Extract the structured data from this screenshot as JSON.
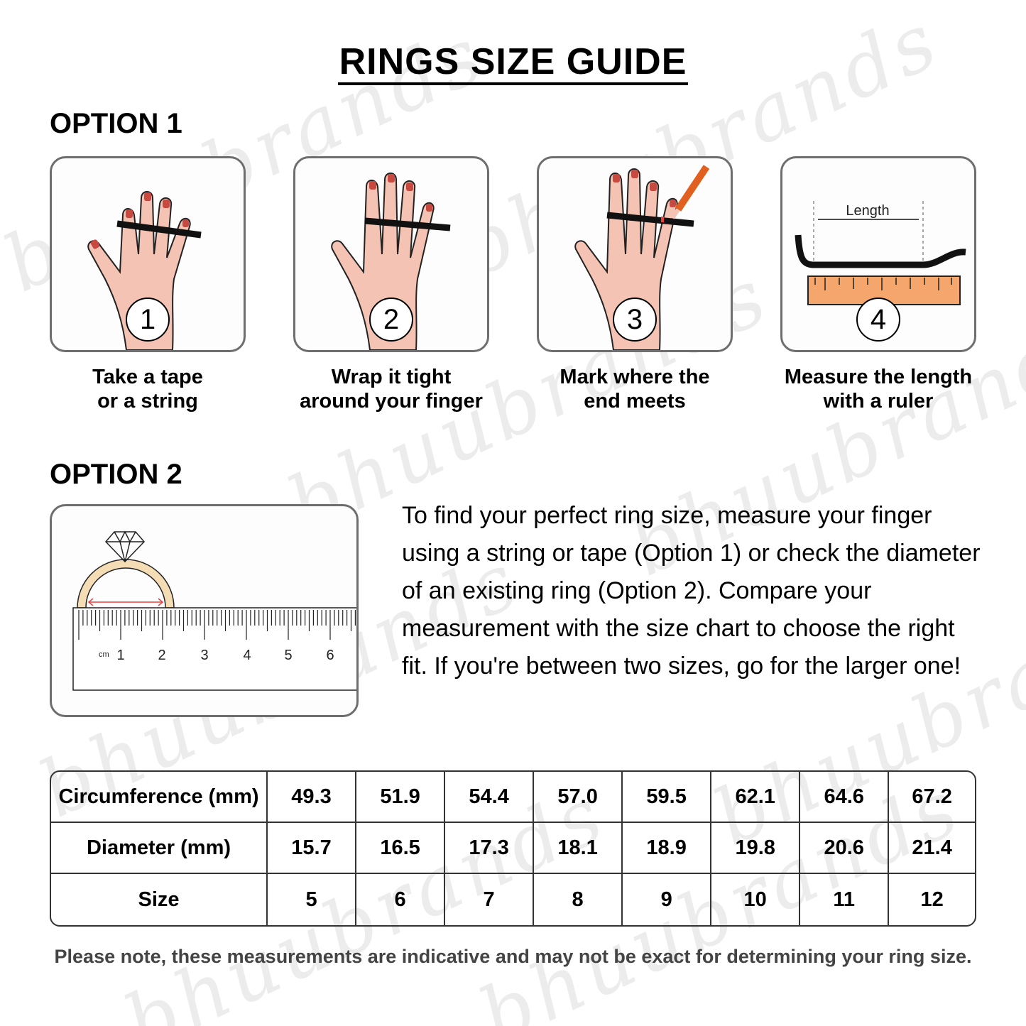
{
  "title": "RINGS SIZE GUIDE",
  "watermark": "bhuubrands",
  "option1": {
    "heading": "OPTION 1",
    "steps": [
      {
        "number": "1",
        "icon": "hand-with-string-icon",
        "line1": "Take a tape",
        "line2": "or a string"
      },
      {
        "number": "2",
        "icon": "hand-wrapped-string-icon",
        "line1": "Wrap it tight",
        "line2": "around your finger"
      },
      {
        "number": "3",
        "icon": "hand-mark-pencil-icon",
        "line1": "Mark where the",
        "line2": "end meets"
      },
      {
        "number": "4",
        "icon": "string-on-ruler-icon",
        "line1": "Measure the length",
        "line2": "with a ruler",
        "diagram_label": "Length"
      }
    ]
  },
  "option2": {
    "heading": "OPTION 2",
    "ruler": {
      "unit": "cm",
      "ticks": [
        "1",
        "2",
        "3",
        "4",
        "5",
        "6"
      ]
    },
    "description": "To find your perfect ring size, measure your finger using a string or tape (Option 1) or check the diameter of an existing ring (Option 2). Compare your measurement with the size chart to choose the right fit. If you're between two sizes, go for the larger one!"
  },
  "size_table": {
    "rows": [
      {
        "label": "Circumference (mm)",
        "values": [
          "49.3",
          "51.9",
          "54.4",
          "57.0",
          "59.5",
          "62.1",
          "64.6",
          "67.2"
        ]
      },
      {
        "label": "Diameter (mm)",
        "values": [
          "15.7",
          "16.5",
          "17.3",
          "18.1",
          "18.9",
          "19.8",
          "20.6",
          "21.4"
        ]
      },
      {
        "label": "Size",
        "values": [
          "5",
          "6",
          "7",
          "8",
          "9",
          "10",
          "11",
          "12"
        ]
      }
    ]
  },
  "note": "Please note, these measurements are indicative and may not be exact for determining your ring size.",
  "colors": {
    "skin": "#f4c3b3",
    "nail": "#c8493f",
    "ring_gold": "#f4dcb4",
    "ruler_orange": "#f5a66d",
    "pencil": "#e2601f",
    "arrow_red": "#e8413f",
    "card_border": "#6e6e6e"
  }
}
